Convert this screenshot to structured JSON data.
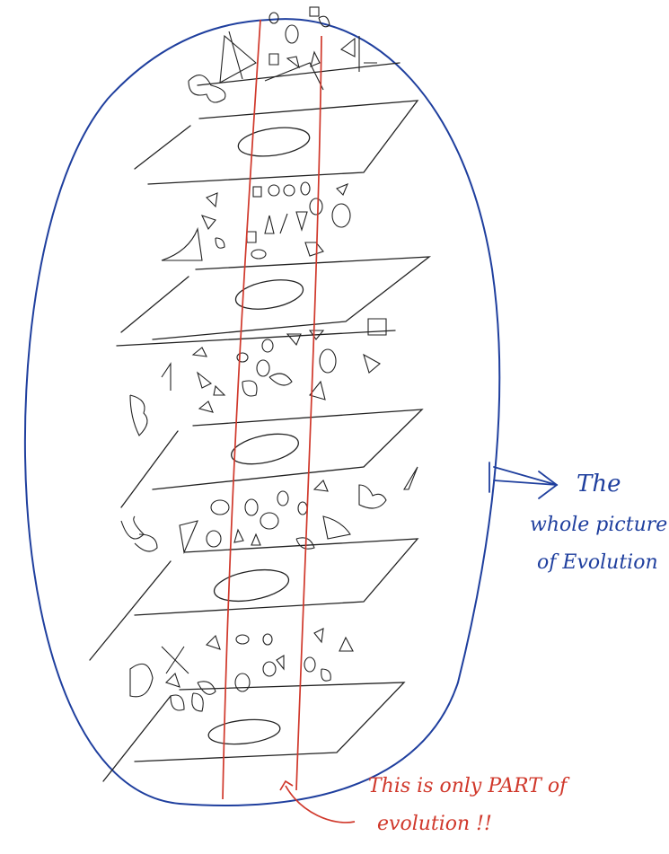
{
  "annotations": {
    "blue_lines": [
      "The",
      "whole picture",
      "of Evolution"
    ],
    "red_lines": [
      "This is only PART of",
      "evolution !!"
    ]
  },
  "colors": {
    "ink": "#222222",
    "blue": "#1f3f9e",
    "red": "#d0382b"
  }
}
